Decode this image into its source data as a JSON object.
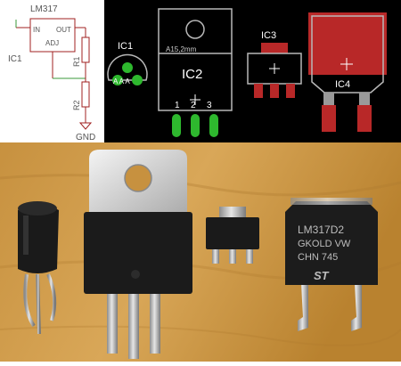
{
  "schematic": {
    "chip": "LM317",
    "in": "IN",
    "out": "OUT",
    "adj": "ADJ",
    "ic": "IC1",
    "r1": "R1",
    "r2": "R2",
    "gnd": "GND"
  },
  "pcb": {
    "ic1": "IC1",
    "ic1_pins": "A A A",
    "ic2": "IC2",
    "ic2_spacing": "A15,2mm",
    "ic2_pin1": "1",
    "ic2_pin2": "2",
    "ic2_pin3": "3",
    "ic3": "IC3",
    "ic4": "IC4"
  },
  "photo": {
    "marking_line1": "LM317D2",
    "marking_line2": "GKOLD VW",
    "marking_line3": "CHN 745",
    "logo": "ST"
  },
  "colors": {
    "schematic_line": "#a02020",
    "schematic_text": "#555555",
    "net_green": "#3a9a3a",
    "pcb_bg": "#000000",
    "pcb_outline": "#b8b8b8",
    "pad_red": "#b82828",
    "pad_green": "#2eb82e"
  }
}
